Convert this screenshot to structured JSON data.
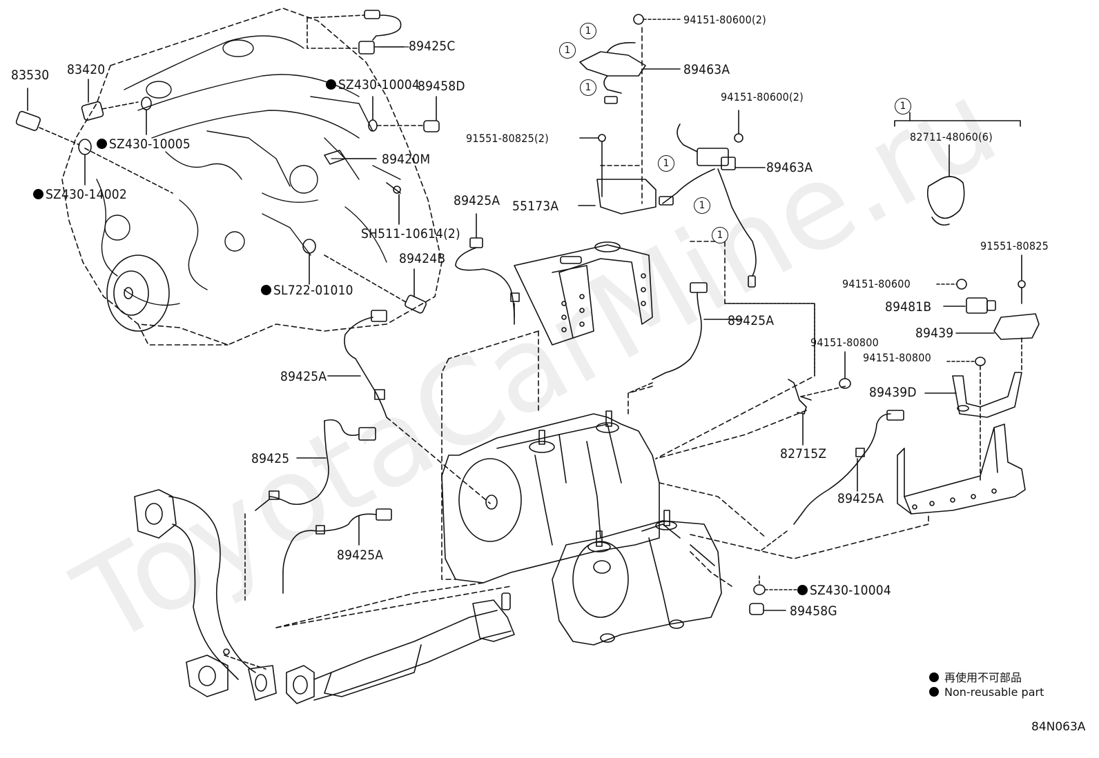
{
  "watermark": "ToyotaCarMine.ru",
  "diagram_code": "84N063A",
  "circled_one": "1",
  "legend": {
    "non_reusable_jp": "再使用不可部品",
    "non_reusable_en": "Non-reusable part"
  },
  "labels": {
    "p83530": "83530",
    "p83420": "83420",
    "p89425C": "89425C",
    "sz430_10004_top": "SZ430-10004",
    "p89458D": "89458D",
    "sz430_10005": "SZ430-10005",
    "sz430_14002": "SZ430-14002",
    "p89420M": "89420M",
    "sh511_10614": "SH511-10614(2)",
    "p89424B": "89424B",
    "sl722_01010": "SL722-01010",
    "p94151_80600_2_top": "94151-80600(2)",
    "p89463A_top": "89463A",
    "p94151_80600_2_mid": "94151-80600(2)",
    "p91551_80825_2": "91551-80825(2)",
    "p89463A_mid": "89463A",
    "p89425A_upper": "89425A",
    "p55173A": "55173A",
    "p82711_48060": "82711-48060(6)",
    "p91551_80825": "91551-80825",
    "p94151_80600": "94151-80600",
    "p89481B": "89481B",
    "p89439": "89439",
    "p94151_80800_left": "94151-80800",
    "p94151_80800_right": "94151-80800",
    "p89439D": "89439D",
    "p89425A_right_mid": "89425A",
    "p89425A_left": "89425A",
    "p89425": "89425",
    "p82715Z": "82715Z",
    "p89425A_right_low": "89425A",
    "p89425A_low": "89425A",
    "sz430_10004_bottom": "SZ430-10004",
    "p89458G": "89458G"
  }
}
